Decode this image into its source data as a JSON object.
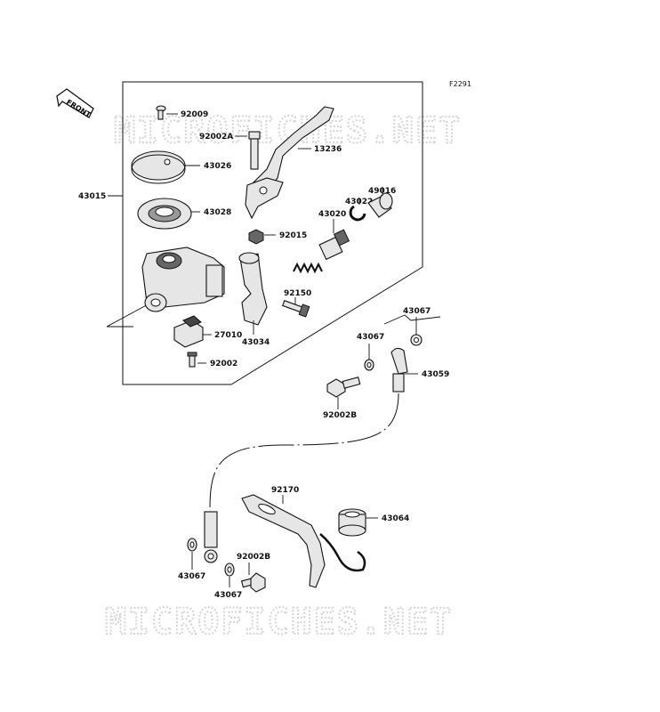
{
  "figure_code": "F2291",
  "front_label": "FRONT",
  "watermark": "MICROFICHES.NET",
  "parts": {
    "p92009": "92009",
    "p92002A": "92002A",
    "p13236": "13236",
    "p43026": "43026",
    "p43015": "43015",
    "p43028": "43028",
    "p43020": "43020",
    "p43022": "43022",
    "p49016": "49016",
    "p92015": "92015",
    "p92150": "92150",
    "p27010": "27010",
    "p43034": "43034",
    "p92002": "92002",
    "p43067a": "43067",
    "p43067b": "43067",
    "p43059": "43059",
    "p92002B_top": "92002B",
    "p92170": "92170",
    "p43064": "43064",
    "p43067c": "43067",
    "p92002B_bot": "92002B",
    "p43067d": "43067"
  }
}
